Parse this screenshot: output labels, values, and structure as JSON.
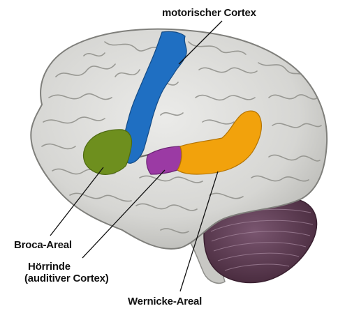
{
  "labels": {
    "motor_cortex": "motorischer Cortex",
    "broca": "Broca-Areal",
    "auditory_line1": "Hörrinde",
    "auditory_line2": "(auditiver Cortex)",
    "wernicke": "Wernicke-Areal"
  },
  "colors": {
    "motor_cortex": "#1f6fc2",
    "broca": "#6e8f1e",
    "auditory_cortex": "#9b3aa4",
    "wernicke": "#f2a20c",
    "cerebrum": "#dcdcda",
    "cerebellum": "#5e3a52"
  }
}
